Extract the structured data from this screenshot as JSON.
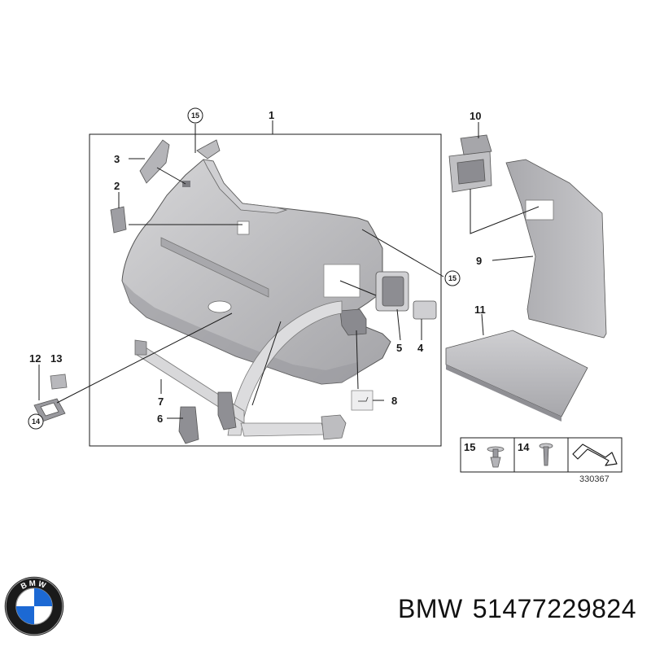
{
  "diagram": {
    "callouts": {
      "c1": "1",
      "c2": "2",
      "c3": "3",
      "c4": "4",
      "c5": "5",
      "c6": "6",
      "c7": "7",
      "c8": "8",
      "c9": "9",
      "c10": "10",
      "c11": "11",
      "c12": "12",
      "c13": "13",
      "c14_circle": "14",
      "c15_top": "15",
      "c15_right": "15"
    },
    "legend": {
      "item_15": "15",
      "item_14": "14"
    },
    "reference_number": "330367"
  },
  "brand": {
    "logo_text": "BMW",
    "make": "BMW",
    "part_number": "51477229824"
  },
  "colors": {
    "part_fill": "#bfbfc1",
    "part_shadow": "#8e8e92",
    "part_light": "#dadadc",
    "bmw_blue": "#1c69d4",
    "bmw_ring": "#1a1a1a"
  }
}
